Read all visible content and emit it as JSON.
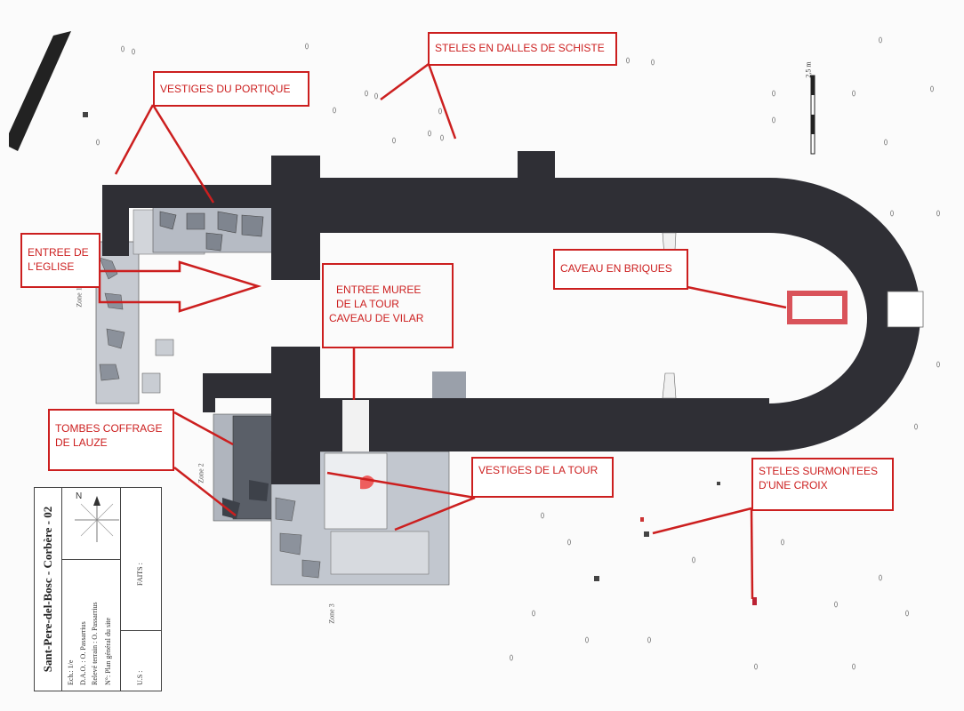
{
  "labels": {
    "vestiges_portique": "VESTIGES DU PORTIQUE",
    "steles_schiste": "STELES EN DALLES DE SCHISTE",
    "entree_eglise": "ENTREE DE\nL'EGLISE",
    "entree_muree": "ENTREE MUREE\nDE LA TOUR",
    "caveau_vilar": "CAVEAU DE VILAR",
    "caveau_briques": "CAVEAU EN BRIQUES",
    "tombes_coffrage": "TOMBES COFFRAGE\nDE LAUZE",
    "vestiges_tour": "VESTIGES DE LA TOUR",
    "steles_croix": "STELES SURMONTEES\nD'UNE CROIX"
  },
  "zones": {
    "zone1": "Zone 1",
    "zone2": "Zone 2",
    "zone3": "Zone 3"
  },
  "scale": "2,5 m",
  "cartouche": {
    "title": "Sant-Pere-del-Bosc - Corbère - 02",
    "faits": "FAITS :",
    "us": "U.S :",
    "echelle": "Ech.:  1/e",
    "dao": "D.A.O. :  O. Passarrius",
    "releve": "Relevé terrain :  O. Passarrius",
    "numero": "N°:  Plan général du site",
    "north": "N"
  },
  "colors": {
    "wall": "#2f2f35",
    "label_red": "#cc1f1f",
    "stone": "#bfc4cc"
  }
}
